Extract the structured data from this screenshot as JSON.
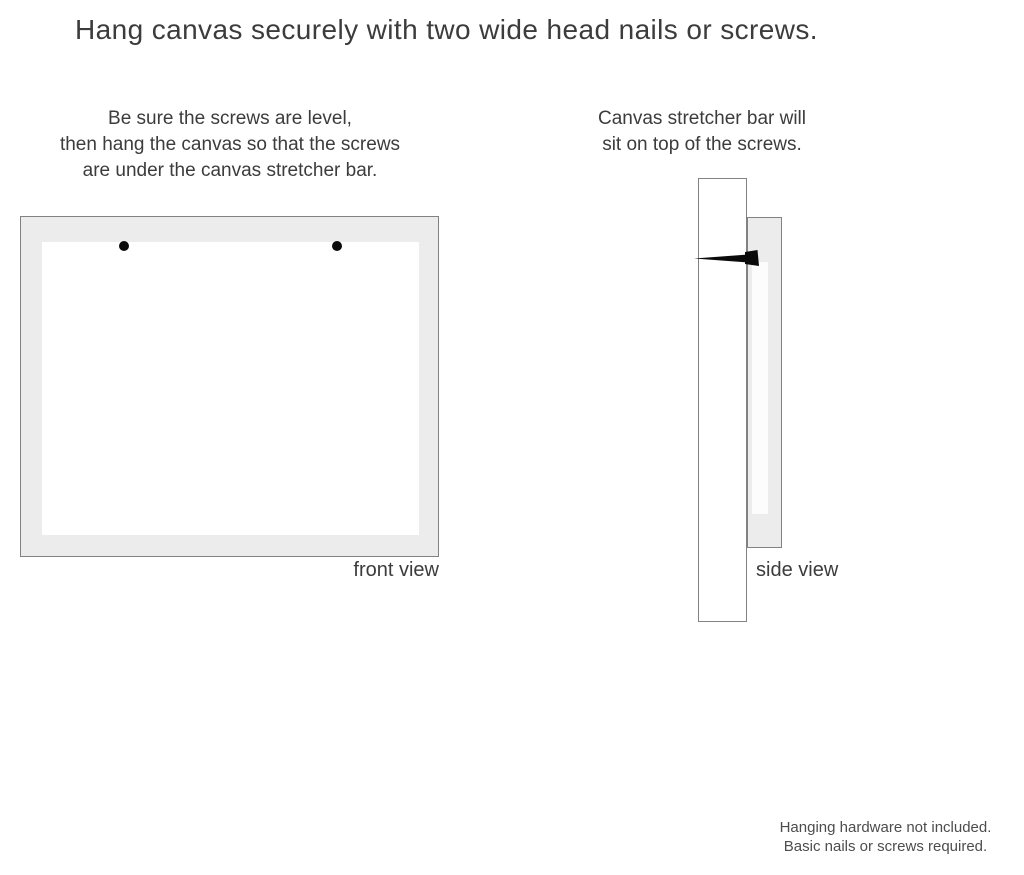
{
  "title": {
    "text": "Hang canvas securely with two wide head nails or screws."
  },
  "instructions": {
    "left": {
      "lines": [
        "Be sure the screws are level,",
        "then hang the canvas so that the screws",
        "are under the canvas stretcher bar."
      ]
    },
    "right": {
      "lines": [
        "Canvas stretcher bar will",
        "sit on top of the screws."
      ]
    }
  },
  "front_view": {
    "label": "front view",
    "screw_count": 2
  },
  "side_view": {
    "label": "side view",
    "nail_count": 1
  },
  "footnote": {
    "lines": [
      "Hanging hardware not included.",
      "Basic nails or screws required."
    ]
  },
  "colors": {
    "text": "#3c3c3c",
    "footnote_text": "#4d4d4d",
    "frame_fill": "#ececec",
    "outline": "#828282",
    "nail": "#0a0a0a",
    "background": "#ffffff"
  }
}
